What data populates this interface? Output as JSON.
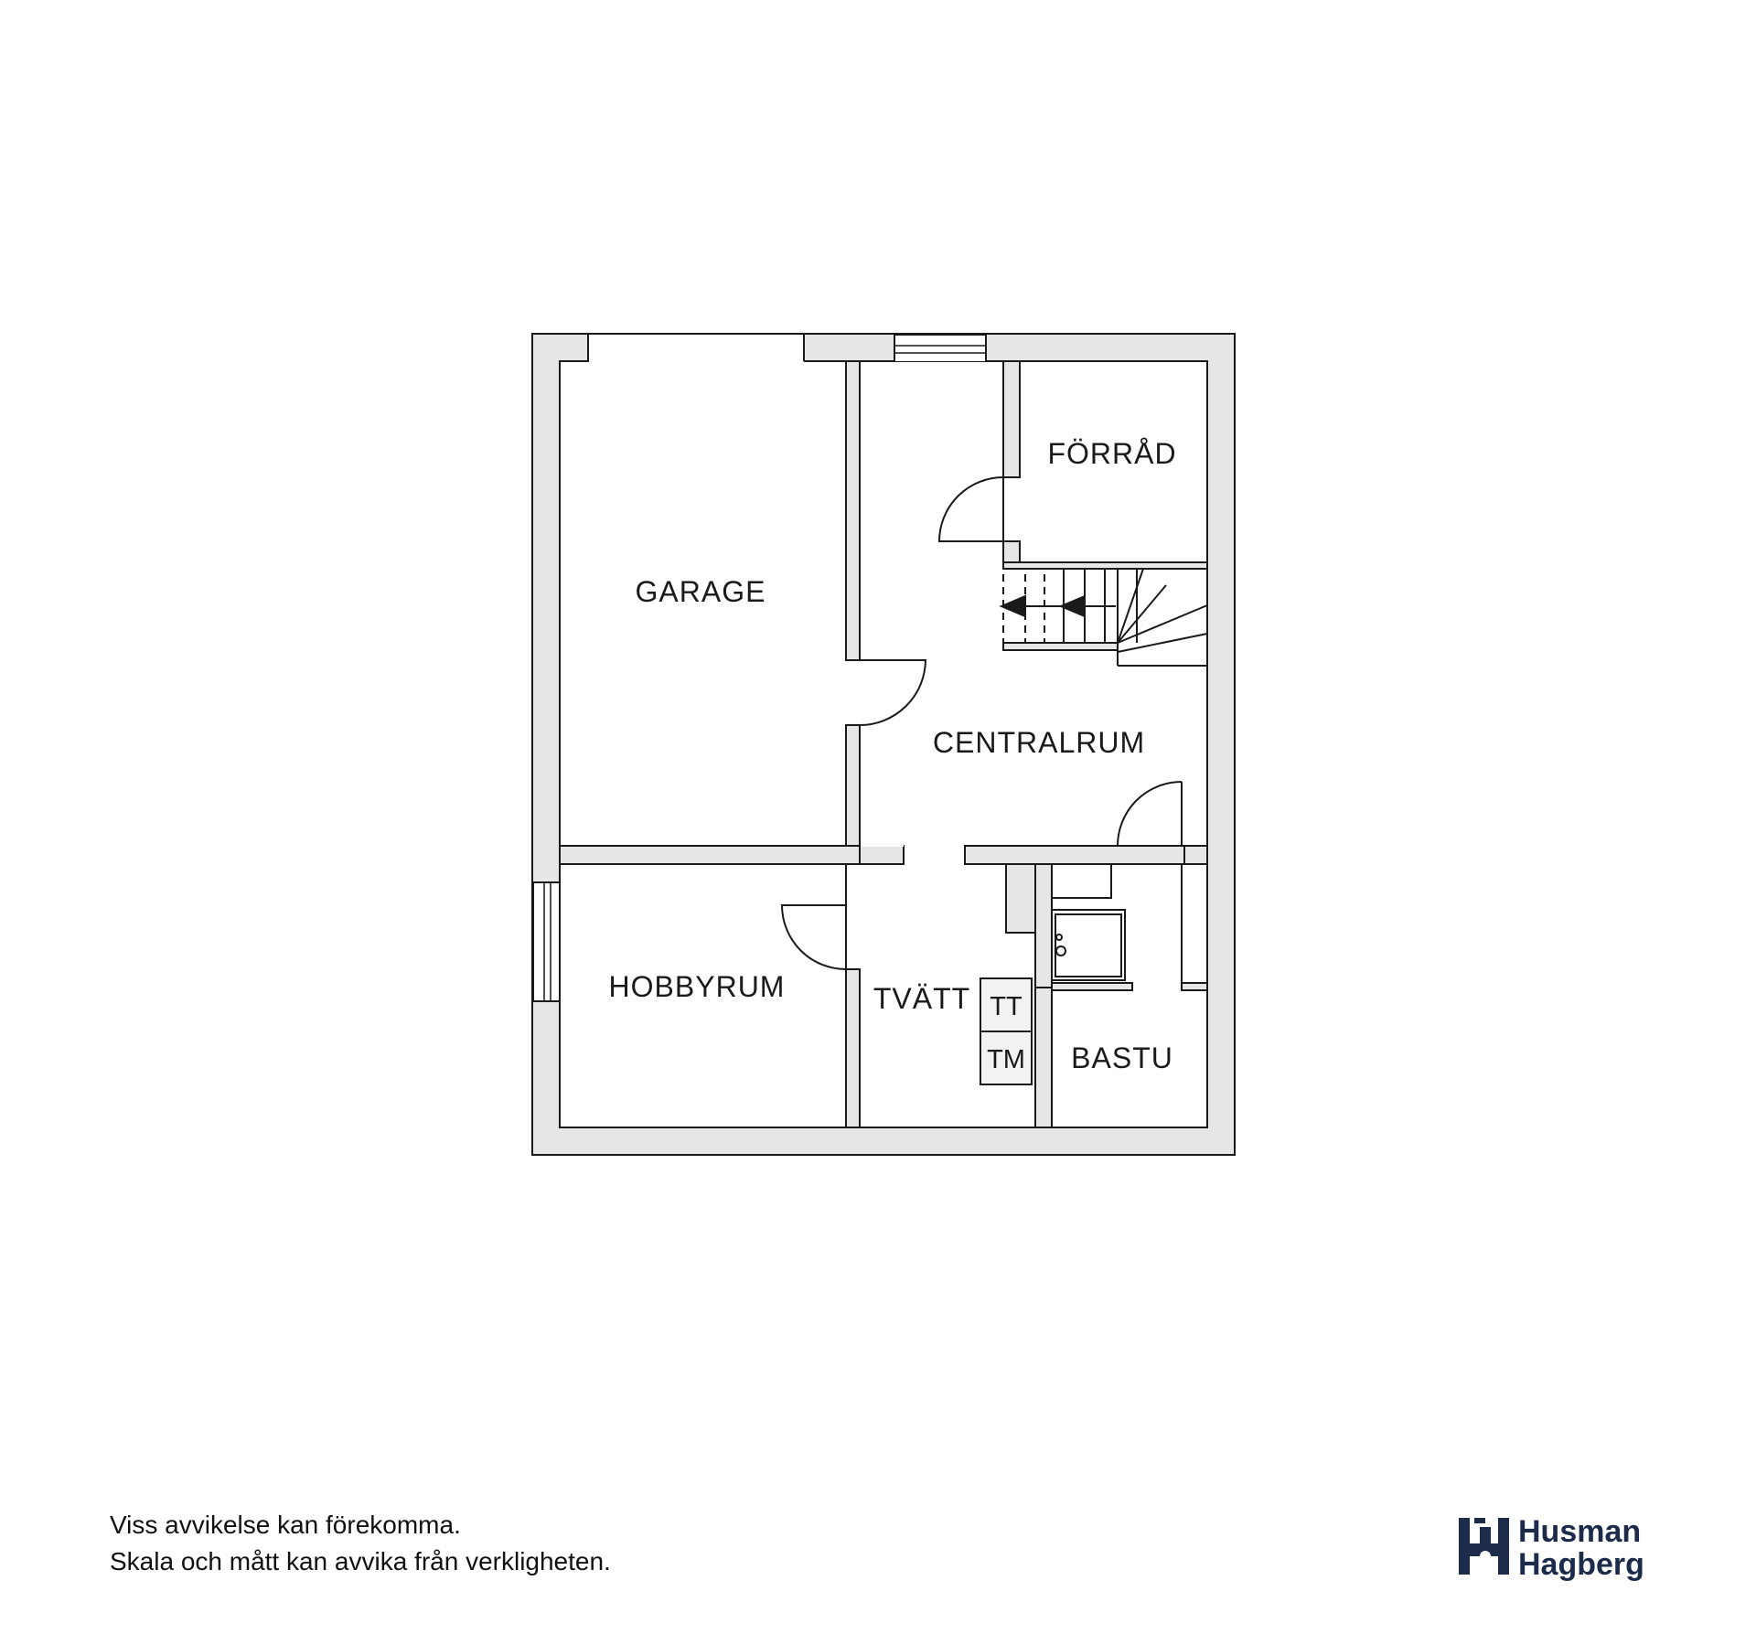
{
  "rooms": {
    "garage": "GARAGE",
    "forrad": "FÖRRÅD",
    "centralrum": "CENTRALRUM",
    "hobbyrum": "HOBBYRUM",
    "tvatt": "TVÄTT",
    "bastu": "BASTU"
  },
  "appliances": {
    "tt": "TT",
    "tm": "TM"
  },
  "disclaimer": {
    "line1": "Viss avvikelse kan förekomma.",
    "line2": "Skala och mått kan avvika från verkligheten."
  },
  "logo": {
    "line1": "Husman",
    "line2": "Hagberg",
    "color": "#1c2b4a"
  },
  "colors": {
    "wall": "#e6e6e6",
    "line": "#1a1a1a"
  }
}
